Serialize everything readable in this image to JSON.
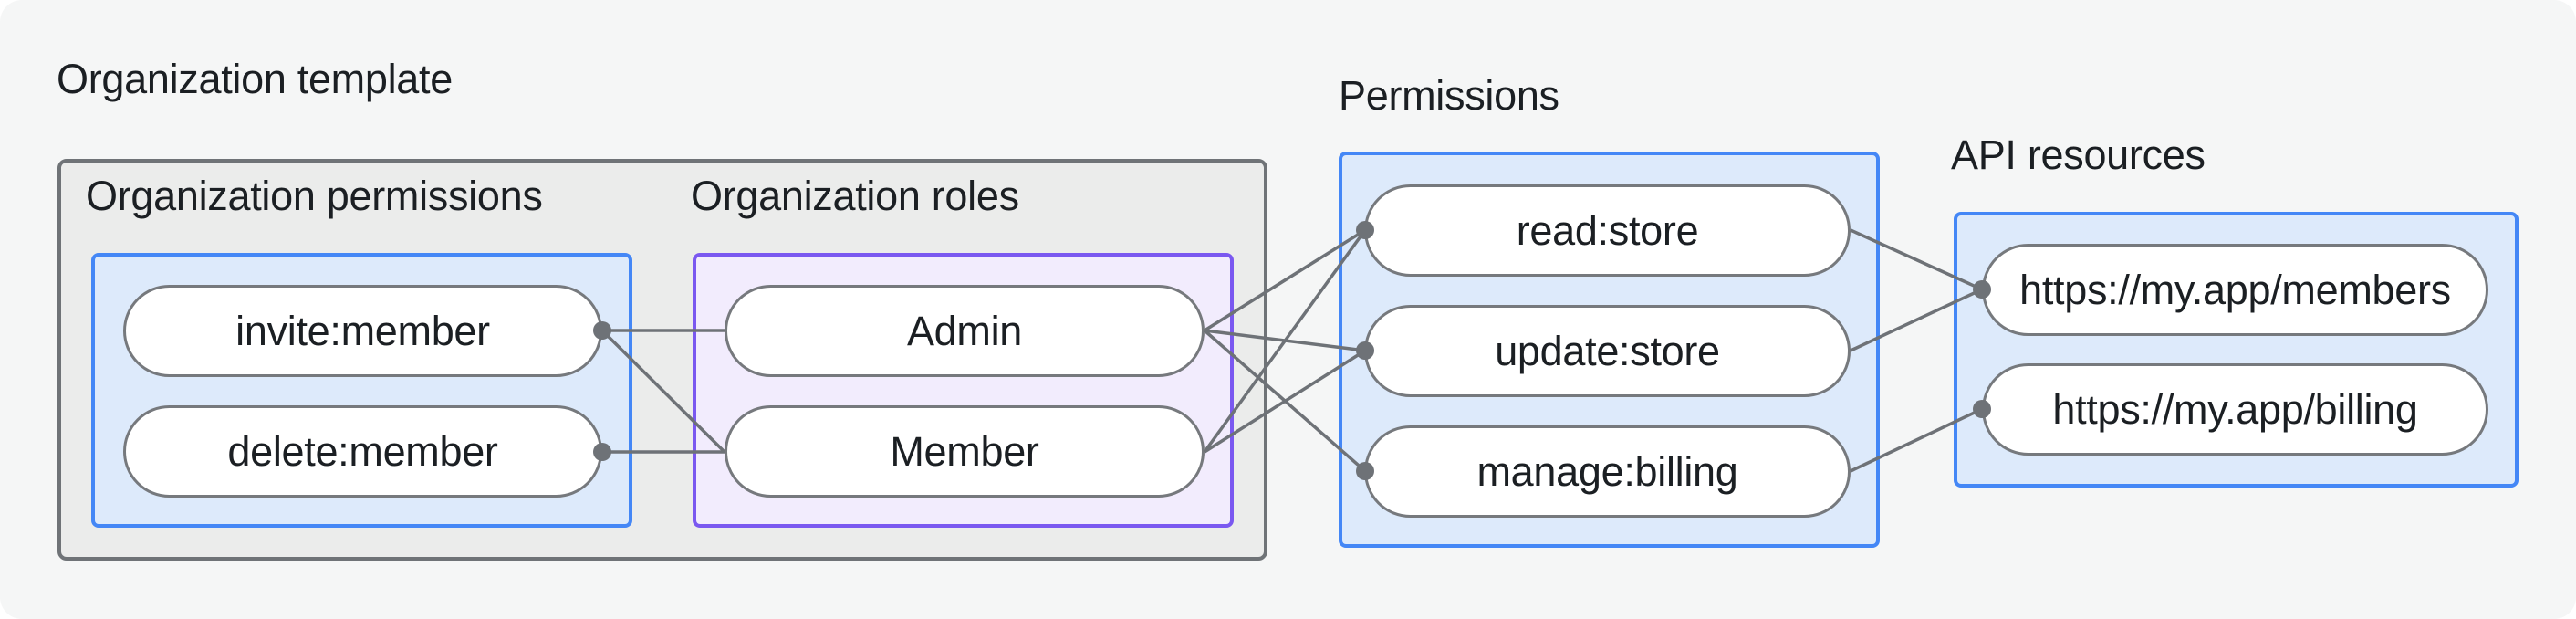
{
  "labels": {
    "org_template": "Organization template",
    "org_permissions": "Organization permissions",
    "org_roles": "Organization roles",
    "permissions": "Permissions",
    "api_resources": "API resources"
  },
  "nodes": {
    "org_permissions": [
      "invite:member",
      "delete:member"
    ],
    "org_roles": [
      "Admin",
      "Member"
    ],
    "permissions": [
      "read:store",
      "update:store",
      "manage:billing"
    ],
    "api_resources": [
      "https://my.app/members",
      "https://my.app/billing"
    ]
  },
  "edges": [
    {
      "from": "invite:member",
      "to": "Admin"
    },
    {
      "from": "invite:member",
      "to": "Member"
    },
    {
      "from": "delete:member",
      "to": "Member"
    },
    {
      "from": "Admin",
      "to": "read:store"
    },
    {
      "from": "Admin",
      "to": "update:store"
    },
    {
      "from": "Admin",
      "to": "manage:billing"
    },
    {
      "from": "Member",
      "to": "read:store"
    },
    {
      "from": "Member",
      "to": "update:store"
    },
    {
      "from": "read:store",
      "to": "https://my.app/members"
    },
    {
      "from": "update:store",
      "to": "https://my.app/members"
    },
    {
      "from": "manage:billing",
      "to": "https://my.app/billing"
    }
  ],
  "colors": {
    "page_bg": "#f5f6f6",
    "panel_bg": "#ebeceb",
    "panel_border": "#6f7377",
    "blue_bg": "#ddeafb",
    "blue_border": "#4487f6",
    "purple_bg": "#f2ecfd",
    "purple_border": "#7a58f0",
    "pill_bg": "#ffffff",
    "pill_border": "#76797d",
    "edge": "#6e7277",
    "text": "#1b1f23"
  }
}
